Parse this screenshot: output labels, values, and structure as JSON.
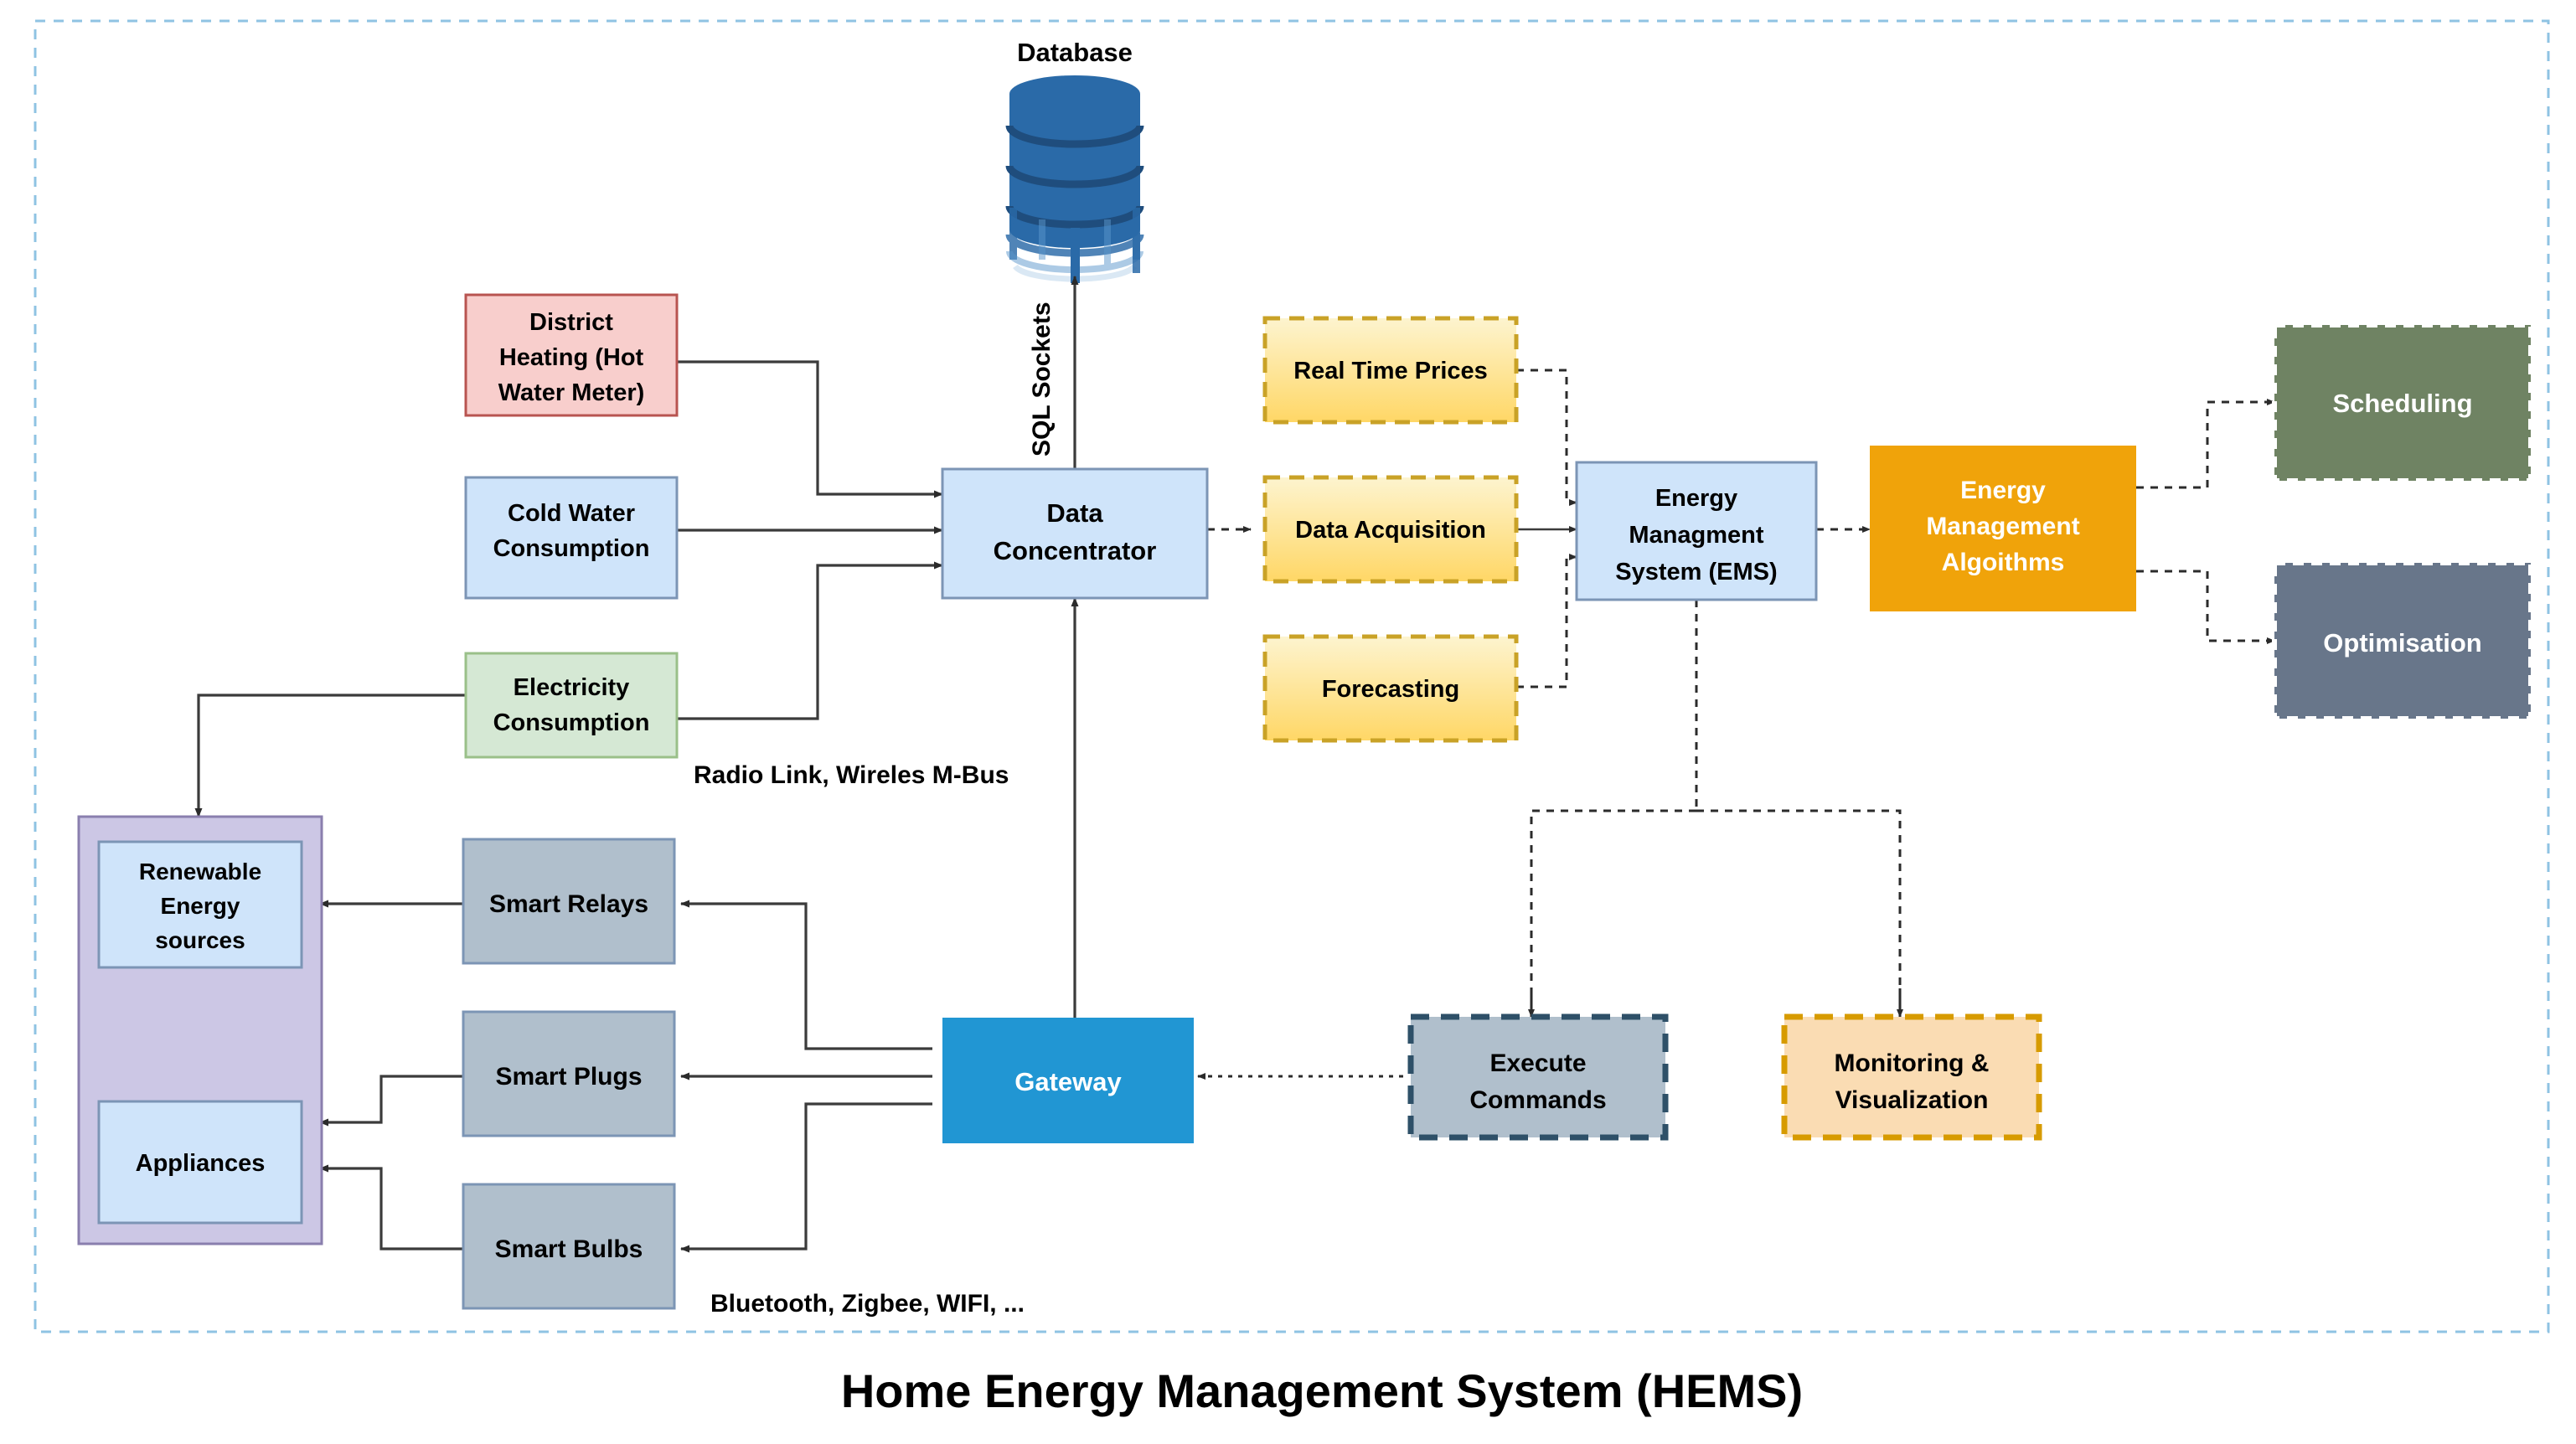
{
  "title": "Home Energy Management System (HEMS)",
  "database": {
    "label": "Database",
    "icon": "database-cylinder-icon"
  },
  "nodes": {
    "district_heating": "District Heating (Hot Water Meter)",
    "cold_water": "Cold Water Consumption",
    "electricity": "Electricity Consumption",
    "data_concentrator": "Data Concentrator",
    "real_time_prices": "Real Time Prices",
    "data_acquisition": "Data Acquisition",
    "forecasting": "Forecasting",
    "ems": "Energy Managment System (EMS)",
    "algorithms": "Energy Management Algoithms",
    "scheduling": "Scheduling",
    "optimisation": "Optimisation",
    "renewable": "Renewable Energy sources",
    "appliances": "Appliances",
    "smart_relays": "Smart Relays",
    "smart_plugs": "Smart Plugs",
    "smart_bulbs": "Smart Bulbs",
    "gateway": "Gateway",
    "execute_commands": "Execute Commands",
    "monitoring": "Monitoring & Visualization"
  },
  "edge_labels": {
    "sql_sockets": "SQL Sockets",
    "radio_link": "Radio Link, Wireles M-Bus",
    "wireless": "Bluetooth, Zigbee, WIFI, ..."
  },
  "colors": {
    "pink_fill": "#f8cecc",
    "pink_stroke": "#b85450",
    "blue_fill": "#cfe4fa",
    "blue_stroke": "#7c95b5",
    "green_fill": "#d5e8d4",
    "green_stroke": "#9ac089",
    "yellow_top": "#fdf2c4",
    "yellow_bottom": "#ffd966",
    "yellow_stroke": "#c9a227",
    "orange_solid": "#f0a30a",
    "olive_fill": "#6f8363",
    "slate_fill": "#68768a",
    "gray_fill": "#b0bfcc",
    "gray_stroke": "#7c95b5",
    "purple_fill": "#ccc7e5",
    "purple_stroke": "#8a7fae",
    "bright_blue": "#2196d3",
    "peach_fill": "#fadcb3",
    "peach_stroke": "#d79b00",
    "db_blue": "#2a6aa8",
    "frame_dash": "#8fc3e3",
    "edge_stroke": "#3b3b3b"
  }
}
